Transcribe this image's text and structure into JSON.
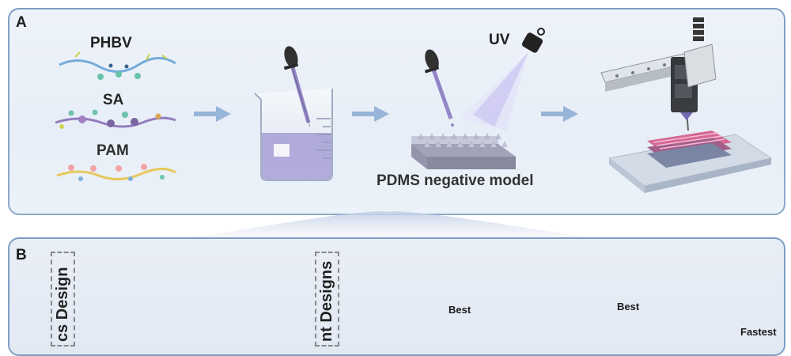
{
  "panel_a": {
    "label": "A",
    "polymers": [
      "PHBV",
      "SA",
      "PAM"
    ],
    "uv_label": "UV",
    "mold_caption": "PDMS negative model"
  },
  "panel_b": {
    "label": "B",
    "vertical_label_1": "cs Design",
    "vertical_label_2": "nt Designs",
    "rank_label_1": "Best",
    "rank_label_2": "Best",
    "rank_label_3": "Fastest"
  },
  "colors": {
    "border": "#7e9ec4",
    "arrow": "#8fb0d6",
    "liquid": "#a9a3d8",
    "accent_purple": "#7b6bb0"
  }
}
